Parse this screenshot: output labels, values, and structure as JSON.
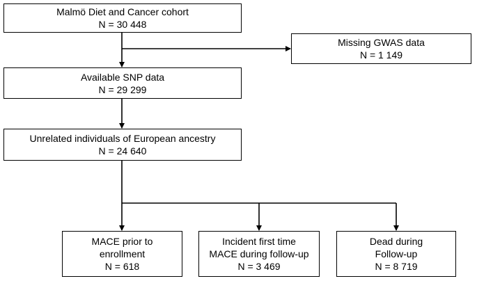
{
  "nodes": {
    "cohort": {
      "lines": [
        "Malmö Diet and Cancer cohort",
        "N = 30 448"
      ]
    },
    "missing_gwas": {
      "lines": [
        "Missing GWAS data",
        "N = 1 149"
      ]
    },
    "available_snp": {
      "lines": [
        "Available SNP data",
        "N = 29 299"
      ]
    },
    "european": {
      "lines": [
        "Unrelated individuals of European ancestry",
        "N = 24 640"
      ]
    },
    "mace_prior": {
      "lines": [
        "MACE prior to",
        "enrollment",
        "N = 618"
      ]
    },
    "incident_mace": {
      "lines": [
        "Incident first time",
        "MACE during follow-up",
        "N = 3 469"
      ]
    },
    "dead": {
      "lines": [
        "Dead during",
        "Follow-up",
        "N = 8 719"
      ]
    }
  },
  "colors": {
    "line": "#000000",
    "box_border": "#000000",
    "background": "#ffffff"
  }
}
